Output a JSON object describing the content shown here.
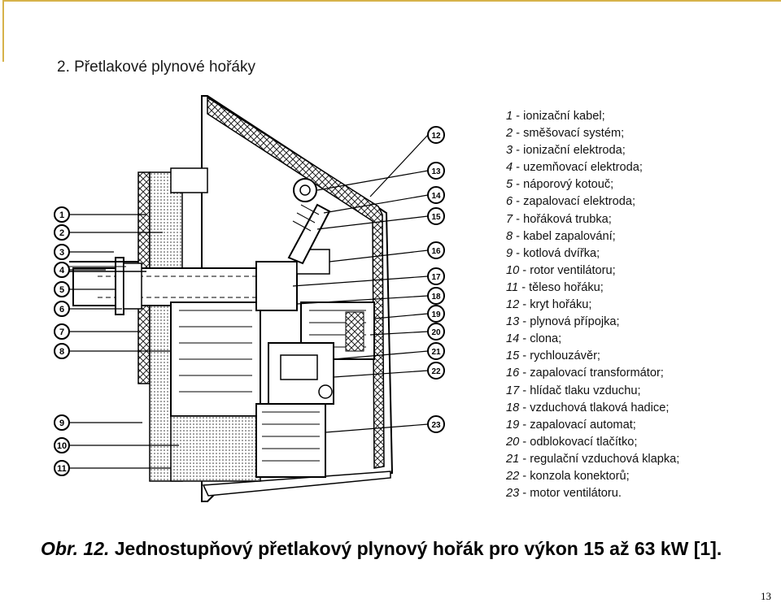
{
  "slide": {
    "heading": "2. Přetlakové plynové hořáky",
    "page_number": "13"
  },
  "diagram": {
    "callouts_left": [
      "1",
      "2",
      "3",
      "4",
      "5",
      "6",
      "7",
      "8",
      "9",
      "10",
      "11"
    ],
    "callouts_right": [
      "12",
      "13",
      "14",
      "15",
      "16",
      "17",
      "18",
      "19",
      "20",
      "21",
      "22",
      "23"
    ]
  },
  "legend": [
    {
      "num": "1",
      "text": " - ionizační kabel;"
    },
    {
      "num": "2",
      "text": " - směšovací systém;"
    },
    {
      "num": "3",
      "text": " - ionizační elektroda;"
    },
    {
      "num": "4",
      "text": " - uzemňovací elektroda;"
    },
    {
      "num": "5",
      "text": " - náporový kotouč;"
    },
    {
      "num": "6",
      "text": " - zapalovací elektroda;"
    },
    {
      "num": "7",
      "text": " - hořáková trubka;"
    },
    {
      "num": "8",
      "text": " - kabel zapalování;"
    },
    {
      "num": "9",
      "text": " - kotlová dvířka;"
    },
    {
      "num": "10",
      "text": " - rotor ventilátoru;"
    },
    {
      "num": "11",
      "text": " - těleso hořáku;"
    },
    {
      "num": "12",
      "text": " - kryt hořáku;"
    },
    {
      "num": "13",
      "text": " - plynová přípojka;"
    },
    {
      "num": "14",
      "text": " - clona;"
    },
    {
      "num": "15",
      "text": " - rychlouzávěr;"
    },
    {
      "num": "16",
      "text": " - zapalovací transformátor;"
    },
    {
      "num": "17",
      "text": " - hlídač tlaku vzduchu;"
    },
    {
      "num": "18",
      "text": " - vzduchová tlaková hadice;"
    },
    {
      "num": "19",
      "text": " - zapalovací automat;"
    },
    {
      "num": "20",
      "text": " - odblokovací tlačítko;"
    },
    {
      "num": "21",
      "text": " - regulační vzduchová klapka;"
    },
    {
      "num": "22",
      "text": " - konzola konektorů;"
    },
    {
      "num": "23",
      "text": " - motor ventilátoru."
    }
  ],
  "caption": {
    "number": "Obr. 12.",
    "text": " Jednostupňový přetlakový plynový hořák pro výkon 15 až 63 kW [1]."
  }
}
